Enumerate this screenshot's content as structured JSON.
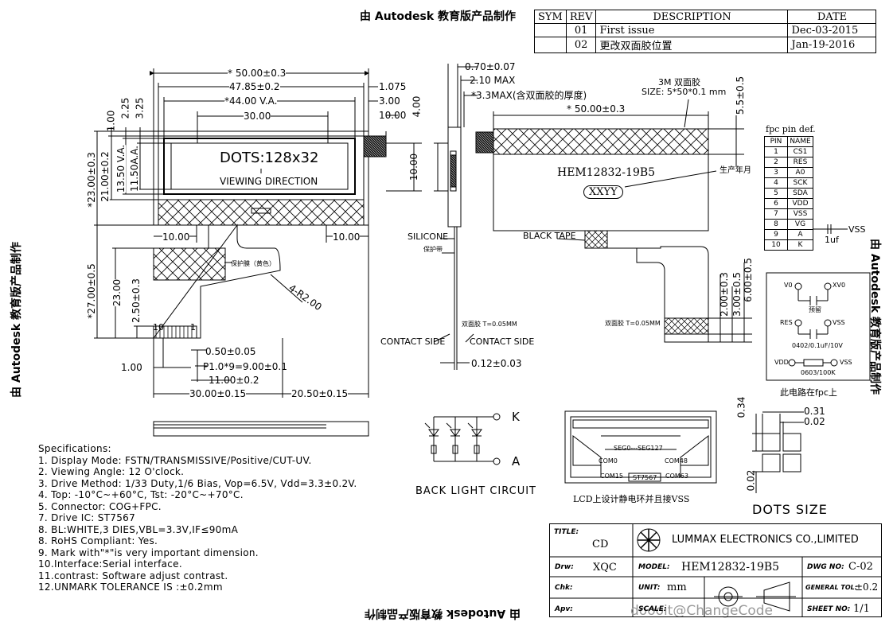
{
  "watermarks": {
    "top": "由 Autodesk 教育版产品制作",
    "bottom": "由 Autodesk 教育版产品制作",
    "left": "由 Autodesk 教育版产品制作",
    "right": "由 Autodesk 教育版产品制作",
    "corner_credit": "doooit@ChangeCode"
  },
  "revision_table": {
    "headers": [
      "SYM",
      "REV",
      "DESCRIPTION",
      "DATE"
    ],
    "rows": [
      {
        "sym": "",
        "rev": "01",
        "description": "First issue",
        "date": "Dec-03-2015"
      },
      {
        "sym": "",
        "rev": "02",
        "description": "更改双面胶位置",
        "date": "Jan-19-2016"
      }
    ]
  },
  "front_view": {
    "dots_label": "DOTS:128x32",
    "viewing_label": "VIEWING DIRECTION",
    "dims": {
      "overall_width": "* 50.00±0.3",
      "glass_width": "47.85±0.2",
      "va_width": "*44.00 V.A.",
      "aa_width": "30.00",
      "right_1": "1.075",
      "right_2": "3.00",
      "right_3": "10.00",
      "right_4": "4.00",
      "top_1": "1.00",
      "top_2": "2.25",
      "top_3": "3.25",
      "height_overall": "*23.00±0.3",
      "height_glass": "21.00±0.2",
      "va_height": "13.50 V.A.",
      "aa_height": "11.50A.A.",
      "bottom_left": "10.00",
      "bottom_right": "10.00",
      "radius": "4-R2.00",
      "fpc_total": "*27.00±0.5",
      "fpc_23": "23.00",
      "fpc_250": "2.50±0.3",
      "pin_ten": "10",
      "pin_one": "1",
      "pitch_050": "0.50±0.05",
      "pitch_p": "P1.0*9=9.00±0.1",
      "fpc_width": "11.00±0.2",
      "left_100": "1.00",
      "bottom_30": "30.00±0.15",
      "bottom_2050": "20.50±0.15",
      "tape_note": "保护膜（黄色）"
    }
  },
  "side_view": {
    "t1": "0.70±0.07",
    "t2": "2.10 MAX",
    "t3": "*3.3MAX(含双面胶的厚度)",
    "t10": "10.00",
    "silicone": "SILICONE",
    "shield": "保护带",
    "contact_left": "CONTACT SIDE",
    "contact_right": "CONTACT SIDE",
    "tape_note": "双面胶 T=0.05MM",
    "t012": "0.12±0.03"
  },
  "rear_view": {
    "tape_label": "3M 双面胶",
    "tape_size": "SIZE: 5*50*0.1 mm",
    "width": "* 50.00±0.3",
    "dim_55": "5.5±0.5",
    "model_text": "HEM12832-19B5",
    "date_code": "XXYY",
    "date_note": "生产年月",
    "black_tape": "BLACK TAPE",
    "tape_note2": "双面胶 T=0.05MM",
    "dim_200": "2.00±0.3",
    "dim_300": "3.00±0.5",
    "dim_600": "6.00±0.5"
  },
  "fpc_pins": {
    "title": "fpc pin def.",
    "headers": [
      "PIN",
      "NAME"
    ],
    "rows": [
      [
        "1",
        "CS1"
      ],
      [
        "2",
        "RES"
      ],
      [
        "3",
        "A0"
      ],
      [
        "4",
        "SCK"
      ],
      [
        "5",
        "SDA"
      ],
      [
        "6",
        "VDD"
      ],
      [
        "7",
        "VSS"
      ],
      [
        "8",
        "VG"
      ],
      [
        "9",
        "A"
      ],
      [
        "10",
        "K"
      ]
    ],
    "vss_label": "VSS",
    "cap_label": "1uf"
  },
  "circuit": {
    "v0": "V0",
    "xv0": "XV0",
    "reserve": "预留",
    "res": "RES",
    "vss": "VSS",
    "cap_spec": "0402/0.1uF/10V",
    "vdd": "VDD",
    "vss2": "VSS",
    "res_spec": "0603/100K",
    "note": "此电路在fpc上"
  },
  "backlight": {
    "k": "K",
    "a": "A",
    "title": "BACK LIGHT CIRCUIT"
  },
  "ic_diagram": {
    "seg": "SEG0---SEG127",
    "com0": "COM0",
    "com48": "COM48",
    "com15": "COM15",
    "ic": "ST7567",
    "com63": "COM63",
    "note": "LCD上设计静电环并且接VSS"
  },
  "dots_size": {
    "title": "DOTS SIZE",
    "d034": "0.34",
    "d031": "0.31",
    "d002a": "0.02",
    "d002b": "0.02"
  },
  "specs": [
    "Specifications:",
    "1. Display Mode:   FSTN/TRANSMISSIVE/Positive/CUT-UV.",
    "2. Viewing Angle:   12 O'clock.",
    "3. Drive Method:    1/33 Duty,1/6 Bias, Vop=6.5V, Vdd=3.3±0.2V.",
    "4. Top: -10°C~+60°C, Tst: -20°C~+70°C.",
    "5. Connector: COG+FPC.",
    "7. Drive IC:  ST7567",
    "8. BL:WHITE,3 DIES,VBL=3.3V,IF≤90mA",
    "8. RoHS Compliant: Yes.",
    "9. Mark with\"*\"is very important dimension.",
    "10.Interface:Serial interface.",
    "11.contrast: Software adjust contrast.",
    "12.UNMARK TOLERANCE IS :±0.2mm"
  ],
  "title_block": {
    "title_label": "TITLE:",
    "title_value": "CD",
    "company": "LUMMAX ELECTRONICS CO.,LIMITED",
    "drw_label": "Drw:",
    "drw_value": "XQC",
    "model_label": "MODEL:",
    "model_value": "HEM12832-19B5",
    "dwg_label": "DWG NO:",
    "dwg_value": "C-02",
    "chk_label": "Chk:",
    "unit_label": "UNIT:",
    "unit_value": "mm",
    "tol_label": "GENERAL TOL:",
    "tol_value": "±0.2",
    "apv_label": "Apv:",
    "scale_label": "SCALE:",
    "sheet_label": "SHEET NO:",
    "sheet_value": "1/1"
  }
}
